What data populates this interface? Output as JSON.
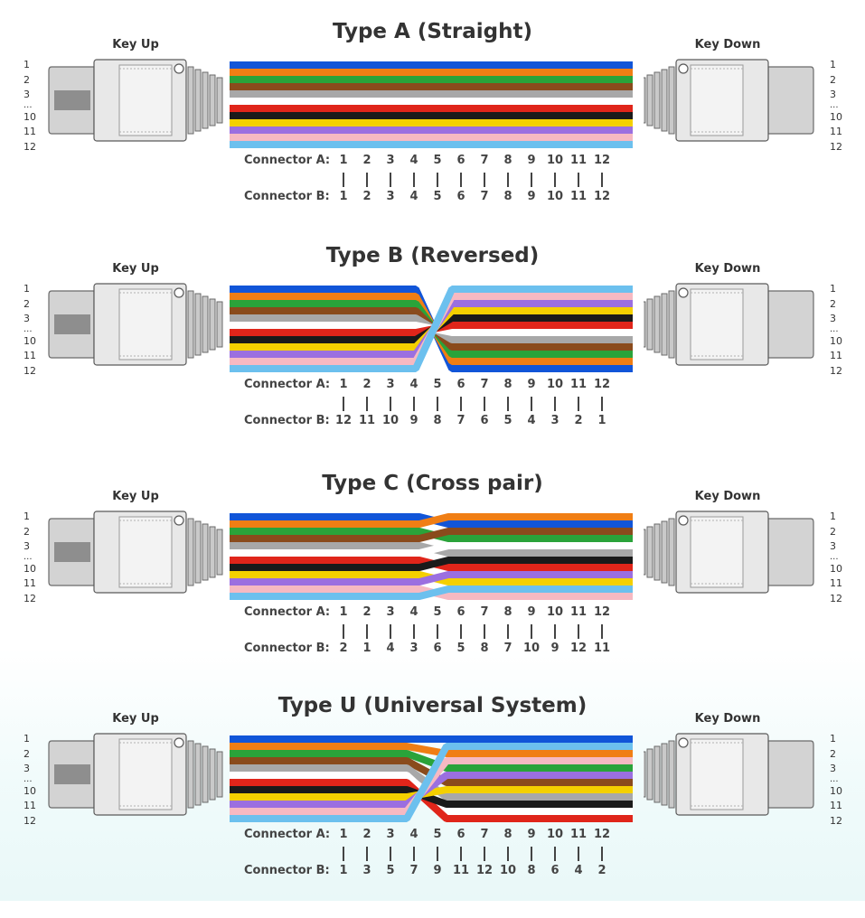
{
  "colors": {
    "fibers": [
      "#1155d8",
      "#f07e14",
      "#2aa33a",
      "#8a4b1c",
      "#a8a8a8",
      "#ffffff",
      "#e0251a",
      "#1a1a1a",
      "#f4d000",
      "#9b6fe0",
      "#f6b9c2",
      "#6cc0ee"
    ],
    "text": "#333333"
  },
  "diagrams": [
    {
      "title": "Type A (Straight)",
      "key_left": "Key Up",
      "key_right": "Key Down",
      "pins_left": [
        "1",
        "2",
        "3",
        "...",
        "10",
        "11",
        "12"
      ],
      "pins_right": [
        "1",
        "2",
        "3",
        "...",
        "10",
        "11",
        "12"
      ],
      "row_a_label": "Connector A:",
      "row_b_label": "Connector B:",
      "row_a": [
        "1",
        "2",
        "3",
        "4",
        "5",
        "6",
        "7",
        "8",
        "9",
        "10",
        "11",
        "12"
      ],
      "row_b": [
        "1",
        "2",
        "3",
        "4",
        "5",
        "6",
        "7",
        "8",
        "9",
        "10",
        "11",
        "12"
      ]
    },
    {
      "title": "Type B (Reversed)",
      "key_left": "Key Up",
      "key_right": "Key Down",
      "pins_left": [
        "1",
        "2",
        "3",
        "...",
        "10",
        "11",
        "12"
      ],
      "pins_right": [
        "1",
        "2",
        "3",
        "...",
        "10",
        "11",
        "12"
      ],
      "row_a_label": "Connector A:",
      "row_b_label": "Connector B:",
      "row_a": [
        "1",
        "2",
        "3",
        "4",
        "5",
        "6",
        "7",
        "8",
        "9",
        "10",
        "11",
        "12"
      ],
      "row_b": [
        "12",
        "11",
        "10",
        "9",
        "8",
        "7",
        "6",
        "5",
        "4",
        "3",
        "2",
        "1"
      ]
    },
    {
      "title": "Type C (Cross pair)",
      "key_left": "Key Up",
      "key_right": "Key Down",
      "pins_left": [
        "1",
        "2",
        "3",
        "...",
        "10",
        "11",
        "12"
      ],
      "pins_right": [
        "1",
        "2",
        "3",
        "...",
        "10",
        "11",
        "12"
      ],
      "row_a_label": "Connector A:",
      "row_b_label": "Connector B:",
      "row_a": [
        "1",
        "2",
        "3",
        "4",
        "5",
        "6",
        "7",
        "8",
        "9",
        "10",
        "11",
        "12"
      ],
      "row_b": [
        "2",
        "1",
        "4",
        "3",
        "6",
        "5",
        "8",
        "7",
        "10",
        "9",
        "12",
        "11"
      ]
    },
    {
      "title": "Type U (Universal System)",
      "key_left": "Key Up",
      "key_right": "Key Down",
      "pins_left": [
        "1",
        "2",
        "3",
        "...",
        "10",
        "11",
        "12"
      ],
      "pins_right": [
        "1",
        "2",
        "3",
        "...",
        "10",
        "11",
        "12"
      ],
      "row_a_label": "Connector A:",
      "row_b_label": "Connector B:",
      "row_a": [
        "1",
        "2",
        "3",
        "4",
        "5",
        "6",
        "7",
        "8",
        "9",
        "10",
        "11",
        "12"
      ],
      "row_b": [
        "1",
        "3",
        "5",
        "7",
        "9",
        "11",
        "12",
        "10",
        "8",
        "6",
        "4",
        "2"
      ]
    }
  ]
}
